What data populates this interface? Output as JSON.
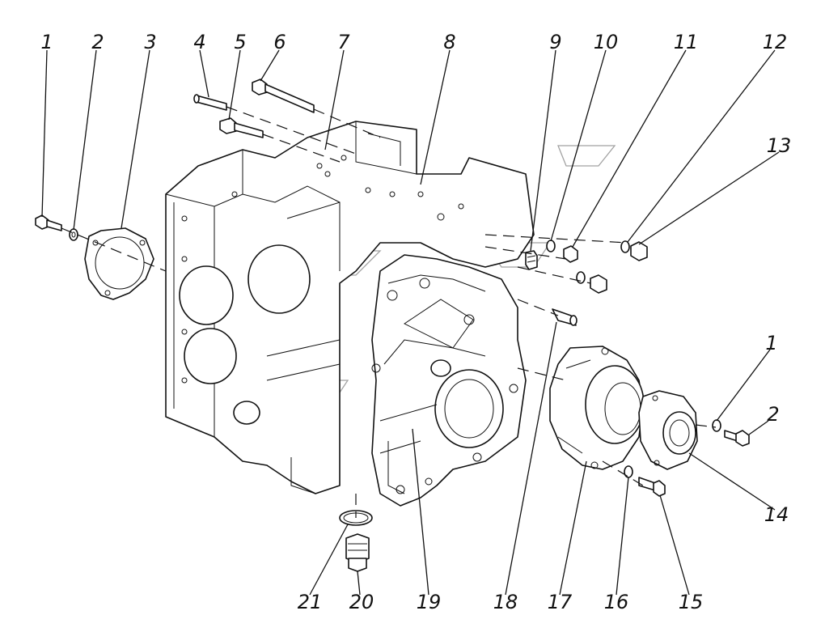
{
  "callouts": [
    {
      "id": "c1a",
      "text": "1"
    },
    {
      "id": "c2a",
      "text": "2"
    },
    {
      "id": "c3",
      "text": "3"
    },
    {
      "id": "c4",
      "text": "4"
    },
    {
      "id": "c5",
      "text": "5"
    },
    {
      "id": "c6",
      "text": "6"
    },
    {
      "id": "c7",
      "text": "7"
    },
    {
      "id": "c8",
      "text": "8"
    },
    {
      "id": "c9",
      "text": "9"
    },
    {
      "id": "c10",
      "text": "10"
    },
    {
      "id": "c11",
      "text": "11"
    },
    {
      "id": "c12",
      "text": "12"
    },
    {
      "id": "c13",
      "text": "13"
    },
    {
      "id": "c1b",
      "text": "1"
    },
    {
      "id": "c2b",
      "text": "2"
    },
    {
      "id": "c14",
      "text": "14"
    },
    {
      "id": "c15",
      "text": "15"
    },
    {
      "id": "c16",
      "text": "16"
    },
    {
      "id": "c17",
      "text": "17"
    },
    {
      "id": "c18",
      "text": "18"
    },
    {
      "id": "c19",
      "text": "19"
    },
    {
      "id": "c20",
      "text": "20"
    },
    {
      "id": "c21",
      "text": "21"
    }
  ],
  "colors": {
    "line": "#111111",
    "background": "#ffffff"
  }
}
